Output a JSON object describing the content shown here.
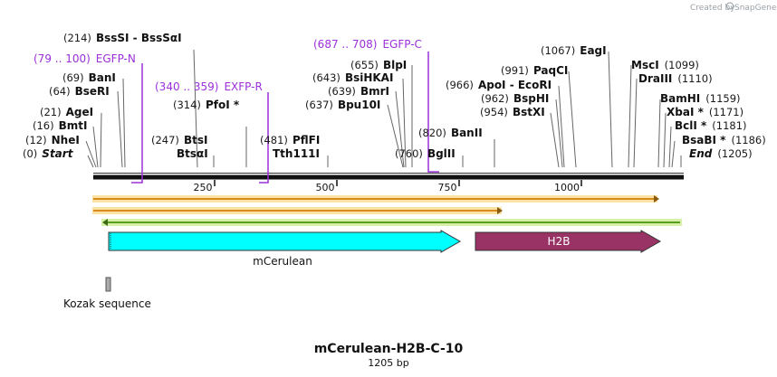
{
  "credit": {
    "created_by": "Created by",
    "brand": "SnapGene"
  },
  "map": {
    "name": "mCerulean-H2B-C-10",
    "length_label": "1205 bp",
    "length_bp": 1205,
    "ruler_ticks": [
      "250",
      "500",
      "750",
      "1000"
    ],
    "sites": [
      {
        "pos": "(0)",
        "name": "Start",
        "italic": true
      },
      {
        "pos": "(12)",
        "name": "NheI"
      },
      {
        "pos": "(16)",
        "name": "BmtI"
      },
      {
        "pos": "(21)",
        "name": "AgeI"
      },
      {
        "pos": "(64)",
        "name": "BseRI"
      },
      {
        "pos": "(69)",
        "name": "BanI"
      },
      {
        "pos": "(214)",
        "name": "BssSI  -  BssSαI"
      },
      {
        "pos": "(247)",
        "name": "BtsI"
      },
      {
        "pos": "",
        "name": "BtsαI"
      },
      {
        "pos": "(314)",
        "name": "PfoI *"
      },
      {
        "pos": "(481)",
        "name": "PflFI"
      },
      {
        "pos": "",
        "name": "Tth111I"
      },
      {
        "pos": "(637)",
        "name": "Bpu10I"
      },
      {
        "pos": "(639)",
        "name": "BmrI"
      },
      {
        "pos": "(643)",
        "name": "BsiHKAI"
      },
      {
        "pos": "(655)",
        "name": "BlpI"
      },
      {
        "pos": "(760)",
        "name": "BglII"
      },
      {
        "pos": "(820)",
        "name": "BanII"
      },
      {
        "pos": "(954)",
        "name": "BstXI"
      },
      {
        "pos": "(962)",
        "name": "BspHI"
      },
      {
        "pos": "(966)",
        "name": "ApoI  -  EcoRI"
      },
      {
        "pos": "(991)",
        "name": "PaqCI"
      },
      {
        "pos": "(1067)",
        "name": "EagI"
      },
      {
        "pos": "(1099)",
        "name": "MscI"
      },
      {
        "pos": "(1110)",
        "name": "DraIII"
      },
      {
        "pos": "(1159)",
        "name": "BamHI"
      },
      {
        "pos": "(1171)",
        "name": "XbaI *"
      },
      {
        "pos": "(1181)",
        "name": "BclI *"
      },
      {
        "pos": "(1186)",
        "name": "BsaBI *"
      },
      {
        "pos": "(1205)",
        "name": "End",
        "italic": true
      }
    ],
    "primers": [
      {
        "range": "(79 .. 100)",
        "name": "EGFP-N"
      },
      {
        "range": "(340 .. 359)",
        "name": "EXFP-R"
      },
      {
        "range": "(687 .. 708)",
        "name": "EGFP-C"
      }
    ],
    "features": [
      {
        "name": "mCerulean",
        "color": "#00ffff"
      },
      {
        "name": "H2B",
        "color": "#993366"
      },
      {
        "name": "Kozak sequence",
        "color": "#aaaaaa"
      }
    ],
    "colors": {
      "orf_orange": "#d98b1e",
      "orf_highlight": "#fbe3a6",
      "orf_green": "#5a9e1f",
      "orf_green_highlight": "#d7f0a8",
      "primer": "#9b30d9"
    }
  }
}
